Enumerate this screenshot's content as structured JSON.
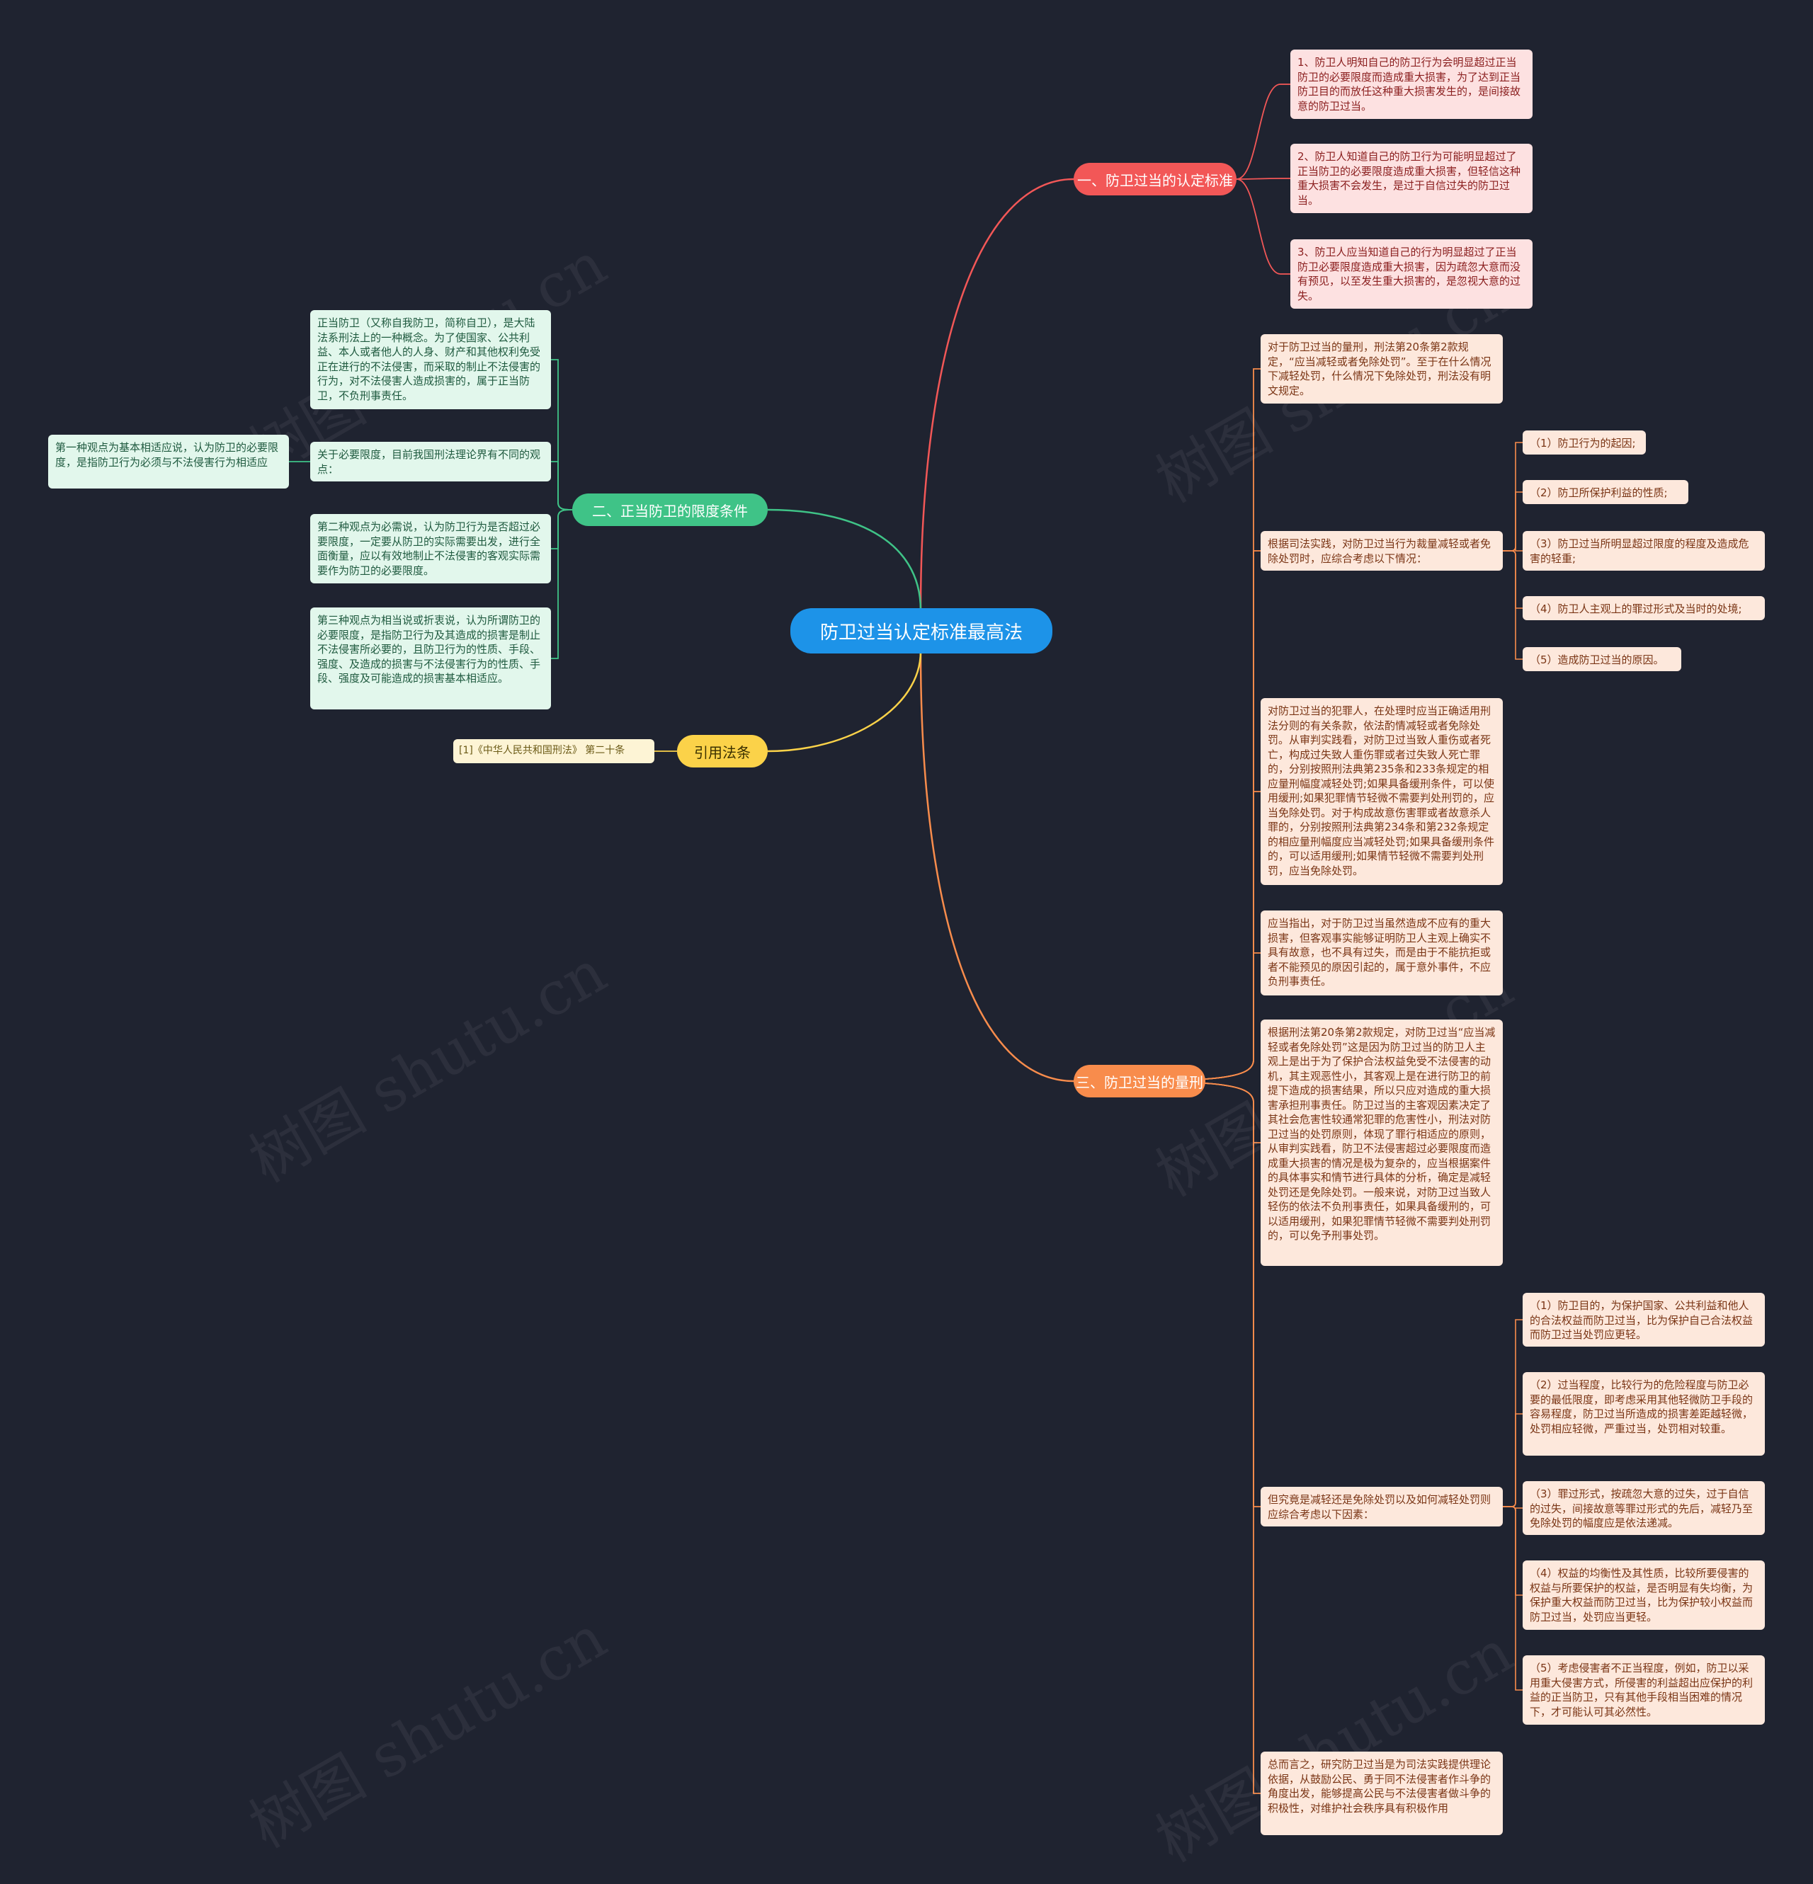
{
  "root": {
    "label": "防卫过当认定标准最高法"
  },
  "branches": {
    "b1": {
      "label": "一、防卫过当的认定标准",
      "items": [
        "1、防卫人明知自己的防卫行为会明显超过正当防卫的必要限度而造成重大损害，为了达到正当防卫目的而放任这种重大损害发生的，是间接故意的防卫过当。",
        "2、防卫人知道自己的防卫行为可能明显超过了正当防卫的必要限度造成重大损害，但轻信这种重大损害不会发生，是过于自信过失的防卫过当。",
        "3、防卫人应当知道自己的行为明显超过了正当防卫必要限度造成重大损害，因为疏忽大意而没有预见，以至发生重大损害的，是忽视大意的过失。"
      ]
    },
    "b2": {
      "label": "二、正当防卫的限度条件",
      "items": [
        "正当防卫（又称自我防卫，简称自卫），是大陆法系刑法上的一种概念。为了使国家、公共利益、本人或者他人的人身、财产和其他权利免受正在进行的不法侵害，而采取的制止不法侵害的行为，对不法侵害人造成损害的，属于正当防卫，不负刑事责任。",
        "关于必要限度，目前我国刑法理论界有不同的观点：",
        "第二种观点为必需说，认为防卫行为是否超过必要限度，一定要从防卫的实际需要出发，进行全面衡量，应以有效地制止不法侵害的客观实际需要作为防卫的必要限度。",
        "第三种观点为相当说或折衷说，认为所谓防卫的必要限度，是指防卫行为及其造成的损害是制止不法侵害所必要的，且防卫行为的性质、手段、强度、及造成的损害与不法侵害行为的性质、手段、强度及可能造成的损害基本相适应。"
      ],
      "sub": "第一种观点为基本相适应说，认为防卫的必要限度，是指防卫行为必须与不法侵害行为相适应"
    },
    "b3": {
      "label": "三、防卫过当的量刑",
      "items": [
        "对于防卫过当的量刑，刑法第20条第2款规定，“应当减轻或者免除处罚”。至于在什么情况下减轻处罚，什么情况下免除处罚，刑法没有明文规定。",
        "根据司法实践，对防卫过当行为裁量减轻或者免除处罚时，应综合考虑以下情况：",
        "对防卫过当的犯罪人，在处理时应当正确适用刑法分则的有关条款，依法酌情减轻或者免除处罚。从审判实践看，对防卫过当致人重伤或者死亡，构成过失致人重伤罪或者过失致人死亡罪的，分别按照刑法典第235条和233条规定的相应量刑幅度减轻处罚;如果具备缓刑条件，可以使用缓刑;如果犯罪情节轻微不需要判处刑罚的，应当免除处罚。对于构成故意伤害罪或者故意杀人罪的，分别按照刑法典第234条和第232条规定的相应量刑幅度应当减轻处罚;如果具备缓刑条件的，可以适用缓刑;如果情节轻微不需要判处刑罚，应当免除处罚。",
        "应当指出，对于防卫过当虽然造成不应有的重大损害，但客观事实能够证明防卫人主观上确实不具有故意，也不具有过失，而是由于不能抗拒或者不能预见的原因引起的，属于意外事件，不应负刑事责任。",
        "根据刑法第20条第2款规定，对防卫过当“应当减轻或者免除处罚”这是因为防卫过当的防卫人主观上是出于为了保护合法权益免受不法侵害的动机，其主观恶性小，其客观上是在进行防卫的前提下造成的损害结果，所以只应对造成的重大损害承担刑事责任。防卫过当的主客观因素决定了其社会危害性较通常犯罪的危害性小，刑法对防卫过当的处罚原则，体现了罪行相适应的原则，从审判实践看，防卫不法侵害超过必要限度而造成重大损害的情况是极为复杂的，应当根据案件的具体事实和情节进行具体的分析，确定是减轻处罚还是免除处罚。一般来说，对防卫过当致人轻伤的依法不负刑事责任，如果具备缓刑的，可以适用缓刑，如果犯罪情节轻微不需要判处刑罚的，可以免予刑事处罚。",
        "但究竟是减轻还是免除处罚以及如何减轻处罚则应综合考虑以下因素：",
        "总而言之，研究防卫过当是为司法实践提供理论依据，从鼓励公民、勇于同不法侵害者作斗争的角度出发，能够提高公民与不法侵害者做斗争的积极性，对维护社会秩序具有积极作用"
      ],
      "sub1": [
        "（1）防卫行为的起因;",
        "（2）防卫所保护利益的性质;",
        "（3）防卫过当所明显超过限度的程度及造成危害的轻重;",
        "（4）防卫人主观上的罪过形式及当时的处境;",
        "（5）造成防卫过当的原因。"
      ],
      "sub2": [
        "（1）防卫目的，为保护国家、公共利益和他人的合法权益而防卫过当，比为保护自己合法权益而防卫过当处罚应更轻。",
        "（2）过当程度，比较行为的危险程度与防卫必要的最低限度，即考虑采用其他轻微防卫手段的容易程度，防卫过当所造成的损害差距越轻微，处罚相应轻微，严重过当，处罚相对较重。",
        "（3）罪过形式，按疏忽大意的过失，过于自信的过失，间接故意等罪过形式的先后，减轻乃至免除处罚的幅度应是依法递减。",
        "（4）权益的均衡性及其性质，比较所要侵害的权益与所要保护的权益，是否明显有失均衡，为保护重大权益而防卫过当，比为保护较小权益而防卫过当，处罚应当更轻。",
        "（5）考虑侵害者不正当程度，例如，防卫以采用重大侵害方式，所侵害的利益超出应保护的利益的正当防卫，只有其他手段相当困难的情况下，才可能认可其必然性。"
      ]
    },
    "b4": {
      "label": "引用法条",
      "items": [
        "[1]《中华人民共和国刑法》 第二十条"
      ]
    }
  },
  "watermark": "树图 shutu.cn",
  "colors": {
    "background": "#1f2330",
    "root": "#1d93e8",
    "red": "#f25757",
    "green": "#3fc387",
    "orange": "#f88c4c",
    "yellow": "#fbd249"
  }
}
